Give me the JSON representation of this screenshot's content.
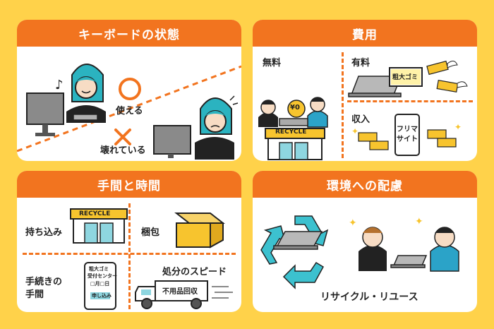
{
  "panels": {
    "keyboard_state": {
      "title": "キーボードの状態",
      "good_label": "使える",
      "bad_label": "壊れている"
    },
    "cost": {
      "title": "費用",
      "free_label": "無料",
      "paid_label": "有料",
      "income_label": "収入",
      "coin_label": "¥0",
      "shop_sign": "RECYCLE",
      "bulky_label": "粗大ゴミ",
      "flea_label_1": "フリマ",
      "flea_label_2": "サイト",
      "yen_mark": "¥"
    },
    "effort_time": {
      "title": "手間と時間",
      "bring_label": "持ち込み",
      "pack_label": "梱包",
      "procedure_label_1": "手続きの",
      "procedure_label_2": "手間",
      "speed_label": "処分のスピード",
      "shop_sign": "RECYCLE",
      "truck_label": "不用品回収",
      "phone_line_1": "粗大ゴミ",
      "phone_line_2": "受付センター",
      "phone_line_3": "□月□日",
      "phone_button": "申し込み"
    },
    "environment": {
      "title": "環境への配慮",
      "caption": "リサイクル・リユース"
    }
  },
  "colors": {
    "background": "#FFD24A",
    "accent": "#F2741F",
    "panel": "#FFFFFF",
    "hair": "#2BB3C0",
    "recycle_arrow": "#3CC1CF",
    "money_gold": "#F7C42E"
  }
}
